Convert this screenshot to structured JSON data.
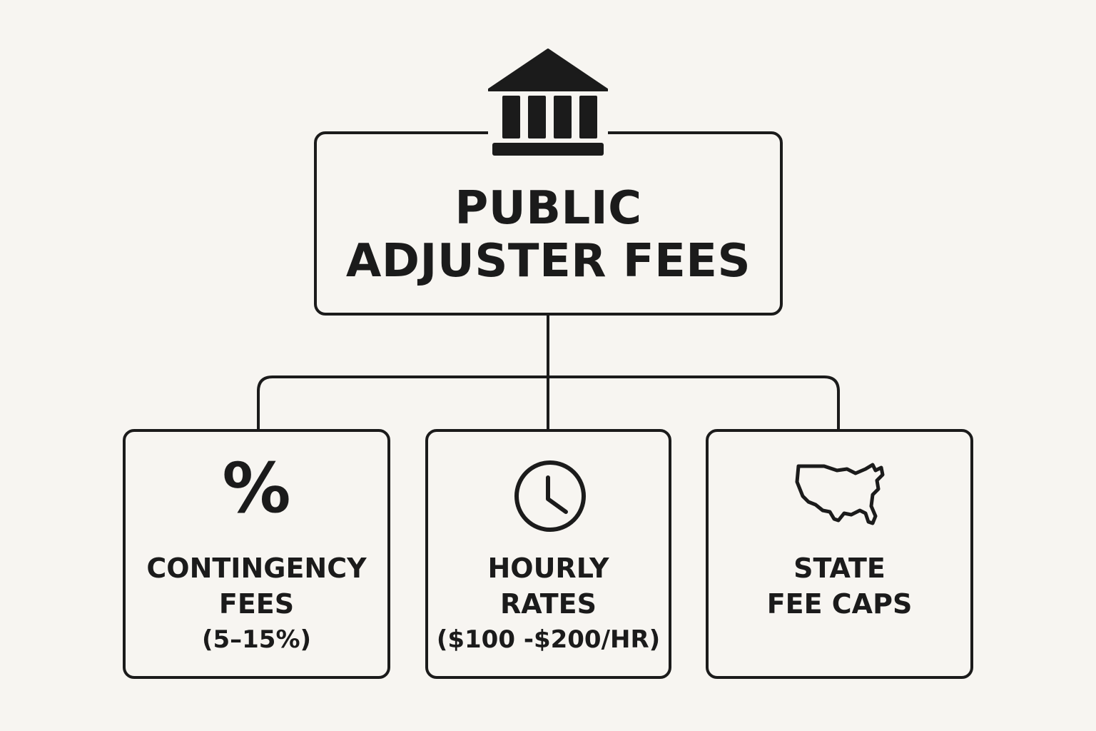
{
  "diagram": {
    "root": {
      "title_line1": "PUBLIC",
      "title_line2": "ADJUSTER FEES",
      "icon": "bank-building-icon"
    },
    "children": [
      {
        "icon": "percent-icon",
        "icon_glyph": "%",
        "line1": "CONTINGENCY",
        "line2": "FEES",
        "line3": "(5–15%)"
      },
      {
        "icon": "clock-icon",
        "line1": "HOURLY",
        "line2": "RATES",
        "line3": "($100 -$200/HR)"
      },
      {
        "icon": "usa-map-icon",
        "line1": "STATE",
        "line2": "FEE CAPS",
        "line3": ""
      }
    ]
  },
  "colors": {
    "background": "#f7f5f1",
    "ink": "#1b1b1b"
  }
}
